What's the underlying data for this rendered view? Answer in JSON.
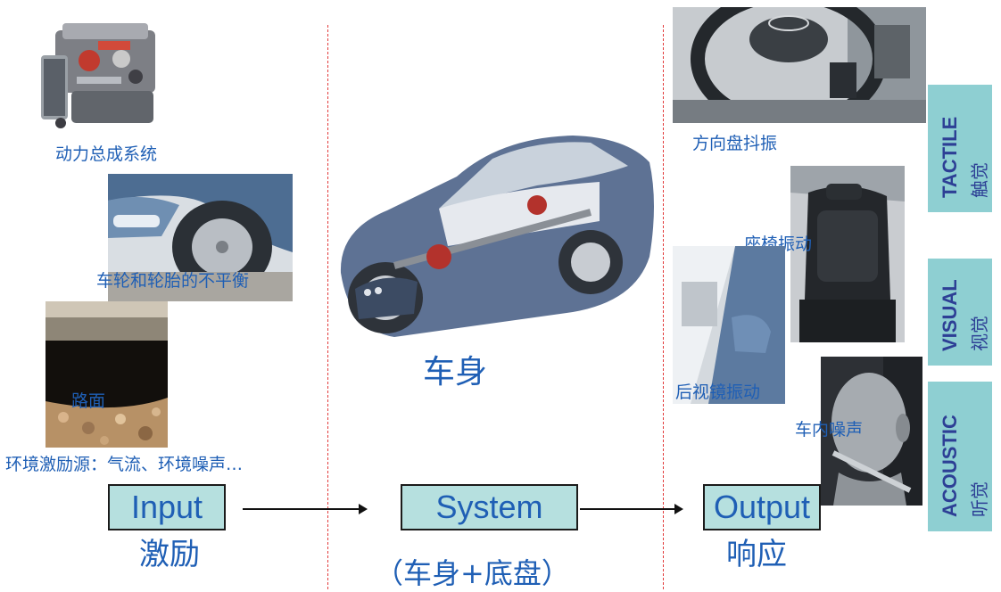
{
  "input": {
    "box_label": "Input",
    "cn_label": "激励"
  },
  "system": {
    "box_label": "System",
    "cn_label": "（车身+底盘）"
  },
  "output": {
    "box_label": "Output",
    "cn_label": "响应"
  },
  "sources": {
    "powertrain": "动力总成系统",
    "wheel_tire": "车轮和轮胎的不平衡",
    "road": "路面",
    "environment": "环境激励源：气流、环境噪声…"
  },
  "car_body_label": "车身",
  "responses": {
    "steering": "方向盘抖振",
    "seat": "座椅振动",
    "mirror": "后视镜振动",
    "noise": "车内噪声"
  },
  "senses": [
    {
      "en": "TACTILE",
      "zh": "触觉"
    },
    {
      "en": "VISUAL",
      "zh": "视觉"
    },
    {
      "en": "ACOUSTIC",
      "zh": "听觉"
    }
  ],
  "colors": {
    "accent_text": "#1f5fb5",
    "box_fill": "#b6e0df",
    "sense_fill": "#8ecfd2",
    "divider": "#e23b3b"
  }
}
